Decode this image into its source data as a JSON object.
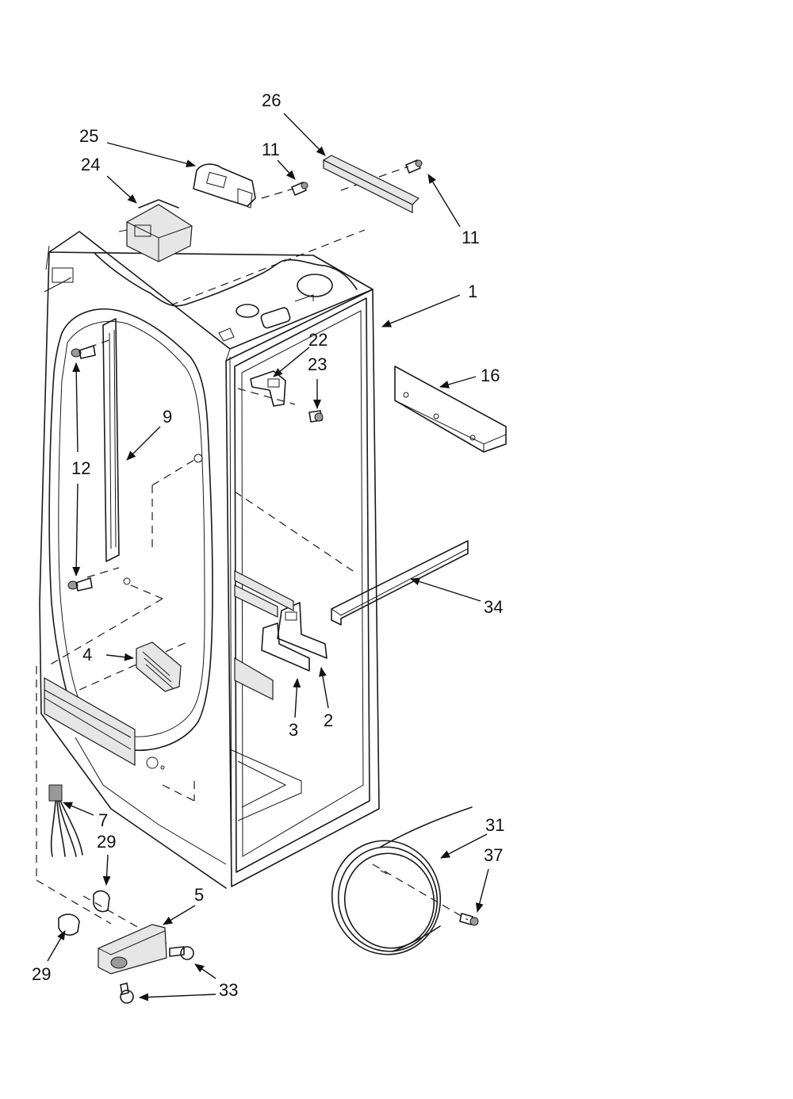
{
  "diagram": {
    "callouts": {
      "p26": "26",
      "p25": "25",
      "p24": "24",
      "p11a": "11",
      "p11b": "11",
      "p1": "1",
      "p22": "22",
      "p23": "23",
      "p16": "16",
      "p9": "9",
      "p12": "12",
      "p34": "34",
      "p4": "4",
      "p3": "3",
      "p2": "2",
      "p7": "7",
      "p29a": "29",
      "p29b": "29",
      "p5": "5",
      "p31": "31",
      "p37": "37",
      "p33": "33"
    }
  }
}
